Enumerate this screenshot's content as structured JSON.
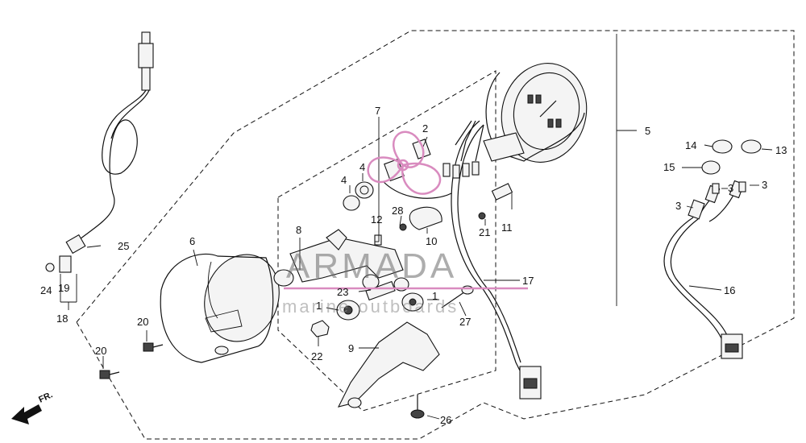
{
  "diagram": {
    "callouts": [
      {
        "id": "c2",
        "text": "2"
      },
      {
        "id": "c3a",
        "text": "3"
      },
      {
        "id": "c3b",
        "text": "3"
      },
      {
        "id": "c3c",
        "text": "3"
      },
      {
        "id": "c4a",
        "text": "4"
      },
      {
        "id": "c4b",
        "text": "4"
      },
      {
        "id": "c5",
        "text": "5"
      },
      {
        "id": "c6",
        "text": "6"
      },
      {
        "id": "c7",
        "text": "7"
      },
      {
        "id": "c8",
        "text": "8"
      },
      {
        "id": "c9",
        "text": "9"
      },
      {
        "id": "c10",
        "text": "10"
      },
      {
        "id": "c11",
        "text": "11"
      },
      {
        "id": "c12",
        "text": "12"
      },
      {
        "id": "c13",
        "text": "13"
      },
      {
        "id": "c14",
        "text": "14"
      },
      {
        "id": "c15",
        "text": "15"
      },
      {
        "id": "c16",
        "text": "16"
      },
      {
        "id": "c17",
        "text": "17"
      },
      {
        "id": "c18",
        "text": "18"
      },
      {
        "id": "c19",
        "text": "19"
      },
      {
        "id": "c20a",
        "text": "20"
      },
      {
        "id": "c20b",
        "text": "20"
      },
      {
        "id": "c21",
        "text": "21"
      },
      {
        "id": "c22",
        "text": "22"
      },
      {
        "id": "c23",
        "text": "23"
      },
      {
        "id": "c24",
        "text": "24"
      },
      {
        "id": "c25",
        "text": "25"
      },
      {
        "id": "c26",
        "text": "26"
      },
      {
        "id": "c27",
        "text": "27"
      },
      {
        "id": "c28",
        "text": "28"
      },
      {
        "id": "c1a",
        "text": "1"
      },
      {
        "id": "c1b",
        "text": "1"
      }
    ],
    "front_marker": "FR.",
    "watermark": {
      "brand": "ARMADA",
      "tagline": "marine outboards",
      "accent_color": "#d98bbf"
    }
  }
}
